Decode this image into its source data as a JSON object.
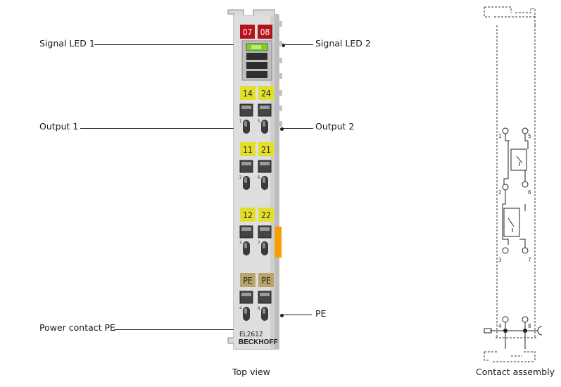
{
  "top_view": {
    "labels": {
      "signal_led_1": "Signal LED 1",
      "signal_led_2": "Signal LED 2",
      "output_1": "Output 1",
      "output_2": "Output 2",
      "power_contact_pe": "Power contact PE",
      "pe": "PE"
    },
    "caption": "Top view",
    "module": {
      "led_numbers": [
        "07",
        "08"
      ],
      "row1": [
        "14",
        "24"
      ],
      "row2": [
        "11",
        "21"
      ],
      "row3": [
        "12",
        "22"
      ],
      "row4": [
        "PE",
        "PE"
      ],
      "contact_numbers": [
        "1",
        "5",
        "2",
        "6",
        "3",
        "7",
        "4",
        "8"
      ],
      "model": "EL2612",
      "brand": "BECKHOFF"
    }
  },
  "contact_assembly": {
    "caption": "Contact assembly",
    "terminal_numbers": [
      "1",
      "5",
      "2",
      "6",
      "3",
      "7",
      "4",
      "8"
    ]
  },
  "colors": {
    "led_red": "#b5121b",
    "label_yellow": "#e2df2b",
    "pe_label": "#b9a46a",
    "housing": "#d9d9d9",
    "led_green": "#7ed321",
    "orange_tab": "#f5a000"
  }
}
